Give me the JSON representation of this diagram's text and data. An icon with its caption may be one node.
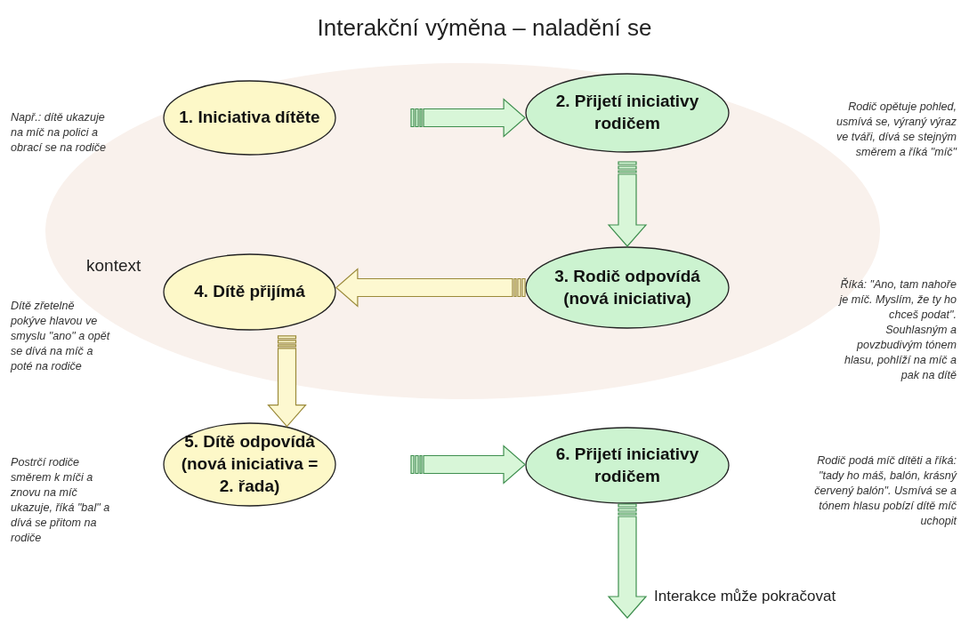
{
  "diagram": {
    "title": "Interakční výměna – naladění se",
    "nodes": [
      {
        "text": [
          "kontext"
        ]
      },
      {
        "text": [
          "1. Iniciativa dítěte"
        ],
        "in": 0
      },
      {
        "text": [
          "2. Přijetí iniciativy rodičem"
        ],
        "in": 0
      },
      {
        "text": [
          "3. Rodič odpovídá (nová iniciativa)"
        ],
        "in": 0
      },
      {
        "text": [
          "4. Dítě přijímá"
        ],
        "in": 0
      },
      {
        "text": [
          "5. Dítě odpovídá (nová iniciativa = 2. řada)"
        ]
      },
      {
        "text": [
          "6. Přijetí iniciativy rodičem"
        ]
      }
    ],
    "labels": [
      "Např.: dítě ukazuje na míč na polici a obrací se na rodiče",
      "Rodič opětuje pohled, usmívá se, výraný výraz ve tváři, dívá se stejným směrem a říká \"míč\"",
      "Dítě zřetelně pokýve hlavou ve smyslu \"ano\" a opět se dívá na míč a poté na rodiče",
      "Říká: \"Ano, tam nahoře je míč. Myslím, že ty ho chceš podat\". Souhlasným a povzbudivým tónem hlasu, pohlíží na míč a pak na dítě",
      "Postrčí rodiče směrem k míči a znovu na míč ukazuje, říká \"bal\" a dívá se přitom na rodiče",
      "Rodič podá míč dítěti a říká: \"tady ho máš, balón, krásný červený balón\". Usmívá se a tónem hlasu pobízí dítě míč uchopit"
    ],
    "edges": [
      {
        "from": 1,
        "to": 2,
        "arrow": "to"
      },
      {
        "from": 2,
        "to": 3,
        "arrow": "to"
      },
      {
        "from": 3,
        "to": 4,
        "arrow": "to"
      },
      {
        "from": 4,
        "to": 5,
        "arrow": "to"
      },
      {
        "from": 5,
        "to": 6,
        "arrow": "to"
      },
      {
        "from": 6,
        "to": null,
        "arrow": "to",
        "label": "Interakce může pokračovat"
      }
    ]
  }
}
